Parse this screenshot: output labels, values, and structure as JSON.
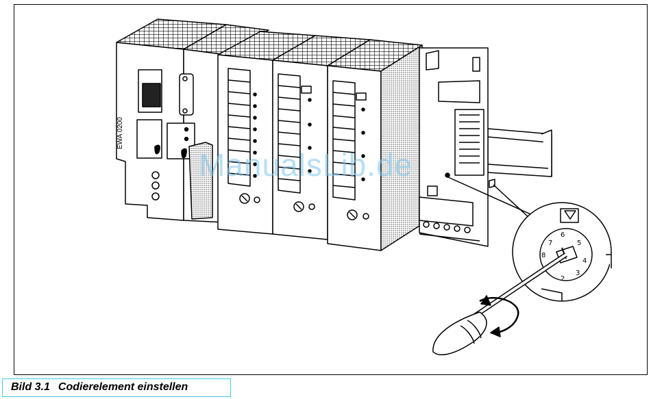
{
  "figure": {
    "number_label": "Bild 3.1",
    "title": "Codierelement einstellen"
  },
  "diagram": {
    "module_label": "EWA 0200",
    "dial_numbers": [
      "6",
      "5",
      "4",
      "3",
      "2",
      "7",
      "8"
    ]
  },
  "watermark": "ManualsLib.de",
  "colors": {
    "line": "#000000",
    "caption_border": "#3fc9e6",
    "watermark": "#7ec4ea"
  }
}
